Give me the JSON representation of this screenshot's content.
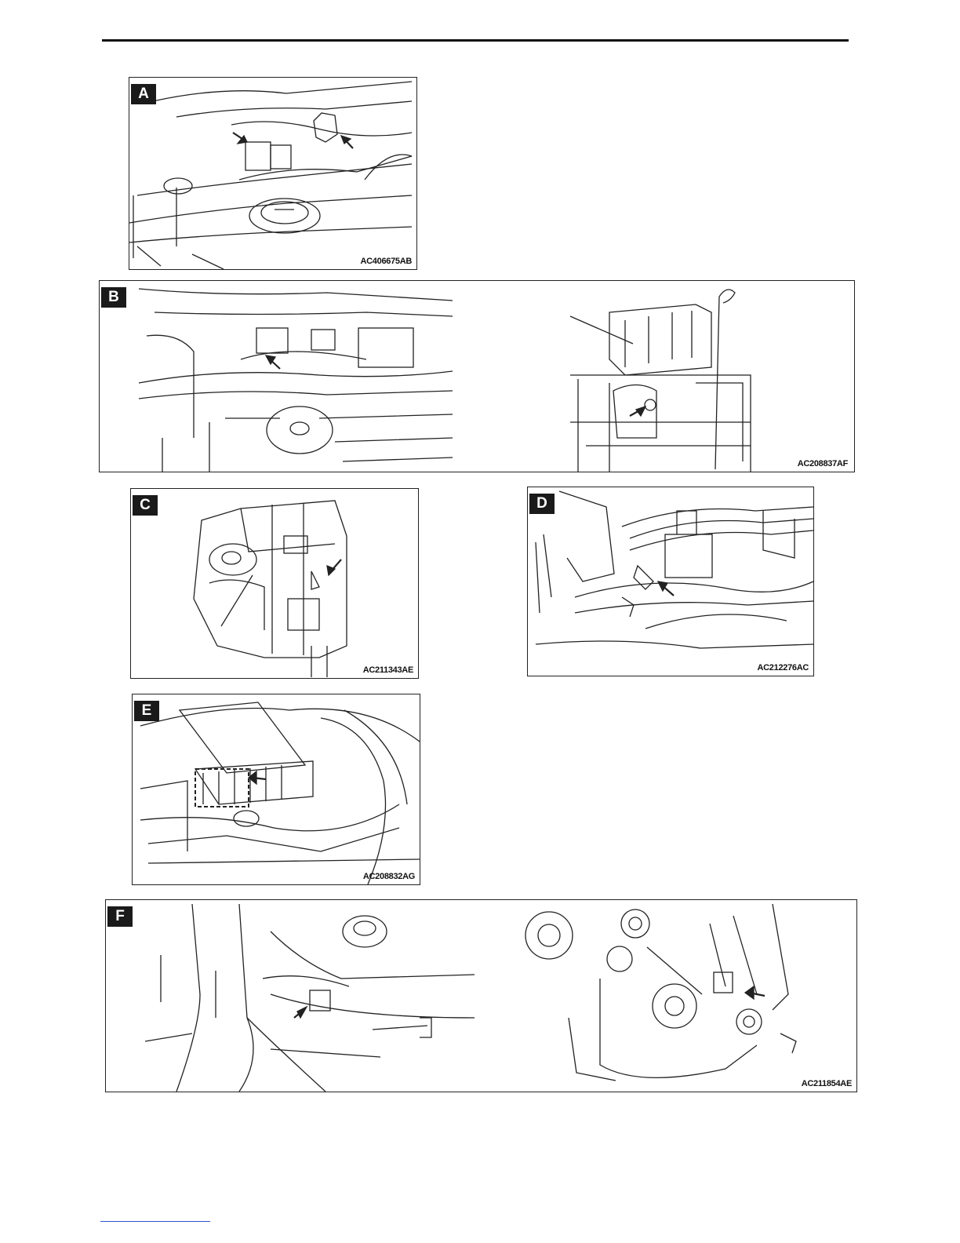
{
  "figures": [
    {
      "badge": "A",
      "code": "AC406675AB"
    },
    {
      "badge": "B",
      "code": "AC208837AF"
    },
    {
      "badge": "C",
      "code": "AC211343AE"
    },
    {
      "badge": "D",
      "code": "AC212276AC"
    },
    {
      "badge": "E",
      "code": "AC208832AG"
    },
    {
      "badge": "F",
      "code": "AC211854AE"
    }
  ]
}
